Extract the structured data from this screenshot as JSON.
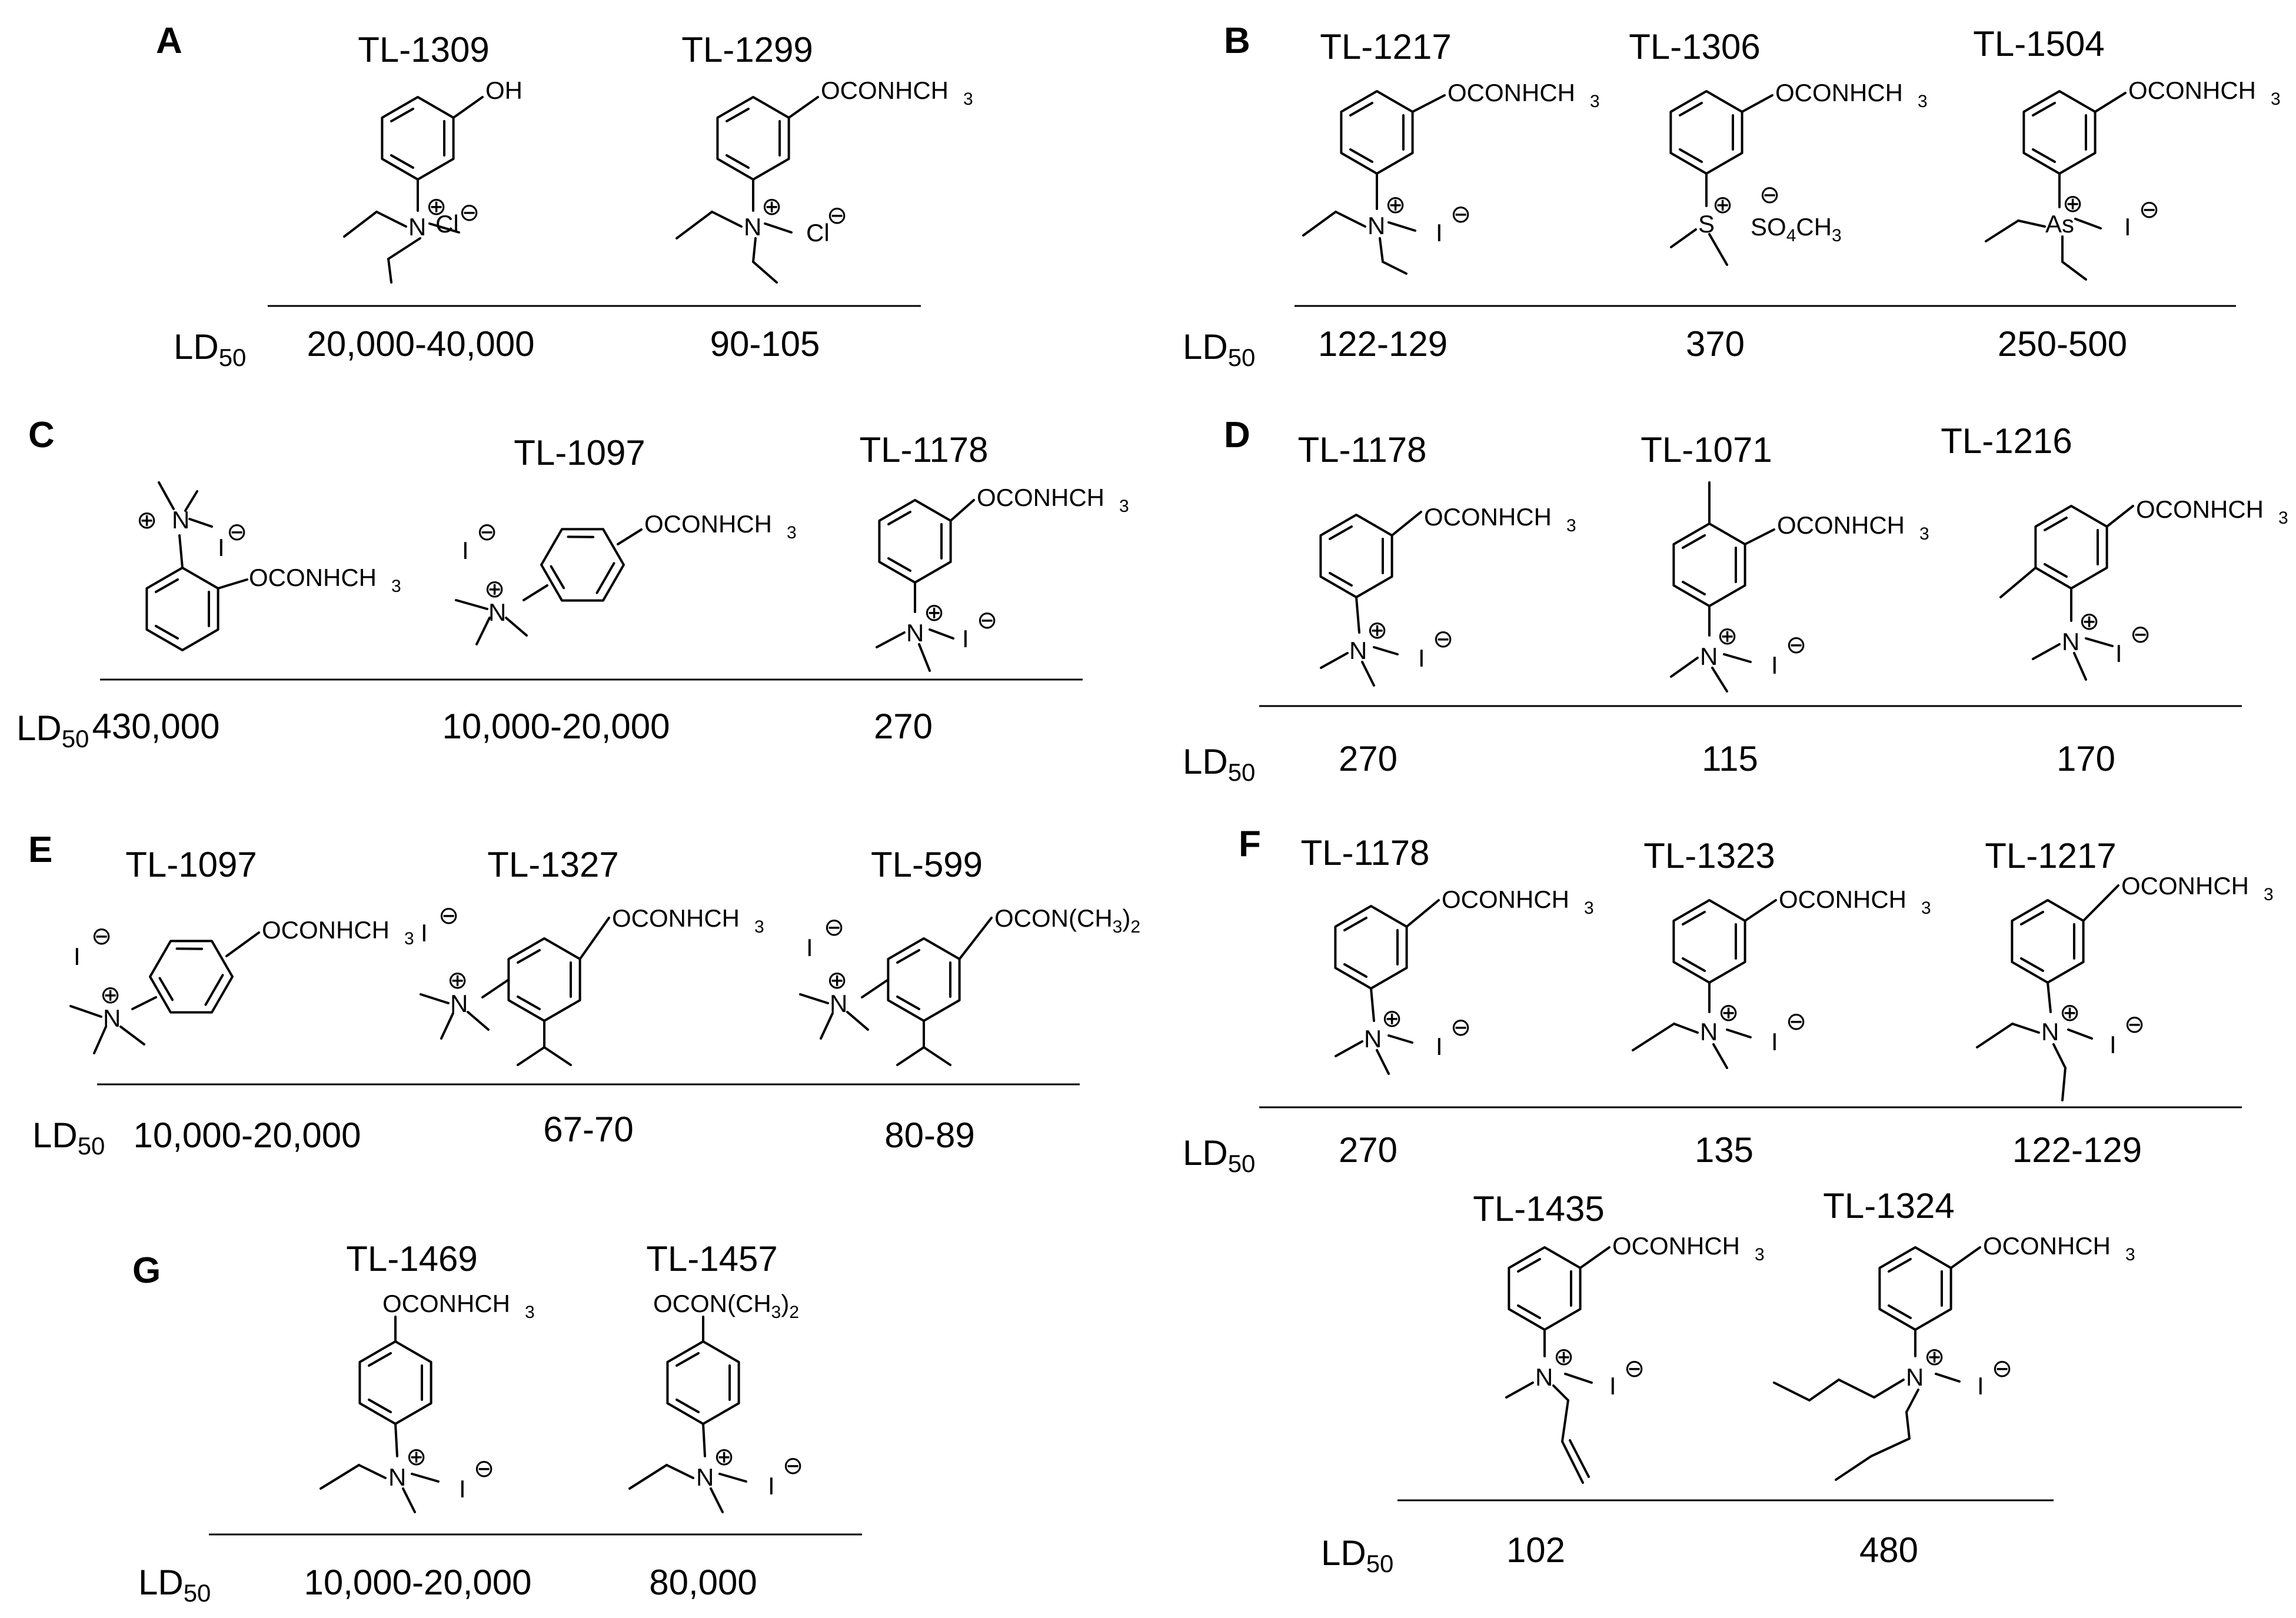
{
  "ld_label": "LD",
  "ld_sub": "50",
  "chem": {
    "oh": "OH",
    "carb": "OCONHCH",
    "carb_sub": "3",
    "dmcarb": "OCON(CH",
    "dmcarb_sub1": "3",
    "dmcarb_close": ")",
    "dmcarb_sub2": "2",
    "n": "N",
    "s": "S",
    "as": "As",
    "plus": "⊕",
    "minus": "⊖",
    "cl": "Cl",
    "i": "I",
    "so4": "SO",
    "so4_sub": "4",
    "so4_ch": "CH",
    "so4_ch_sub": "3"
  },
  "panels": {
    "A": {
      "letter": "A",
      "compounds": [
        {
          "name": "TL-1309",
          "ld50": "20,000-40,000"
        },
        {
          "name": "TL-1299",
          "ld50": "90-105"
        }
      ]
    },
    "B": {
      "letter": "B",
      "compounds": [
        {
          "name": "TL-1217",
          "ld50": "122-129"
        },
        {
          "name": "TL-1306",
          "ld50": "370"
        },
        {
          "name": "TL-1504",
          "ld50": "250-500"
        }
      ]
    },
    "C": {
      "letter": "C",
      "compounds": [
        {
          "name": "",
          "ld50": "430,000"
        },
        {
          "name": "TL-1097",
          "ld50": "10,000-20,000"
        },
        {
          "name": "TL-1178",
          "ld50": "270"
        }
      ]
    },
    "D": {
      "letter": "D",
      "compounds": [
        {
          "name": "TL-1178",
          "ld50": "270"
        },
        {
          "name": "TL-1071",
          "ld50": "115"
        },
        {
          "name": "TL-1216",
          "ld50": "170"
        }
      ]
    },
    "E": {
      "letter": "E",
      "compounds": [
        {
          "name": "TL-1097",
          "ld50": "10,000-20,000"
        },
        {
          "name": "TL-1327",
          "ld50": "67-70"
        },
        {
          "name": "TL-599",
          "ld50": "80-89"
        }
      ]
    },
    "F": {
      "letter": "F",
      "compounds": [
        {
          "name": "TL-1178",
          "ld50": "270"
        },
        {
          "name": "TL-1323",
          "ld50": "135"
        },
        {
          "name": "TL-1217",
          "ld50": "122-129"
        },
        {
          "name": "TL-1435",
          "ld50": "102"
        },
        {
          "name": "TL-1324",
          "ld50": "480"
        }
      ]
    },
    "G": {
      "letter": "G",
      "compounds": [
        {
          "name": "TL-1469",
          "ld50": "10,000-20,000"
        },
        {
          "name": "TL-1457",
          "ld50": "80,000"
        }
      ]
    }
  }
}
